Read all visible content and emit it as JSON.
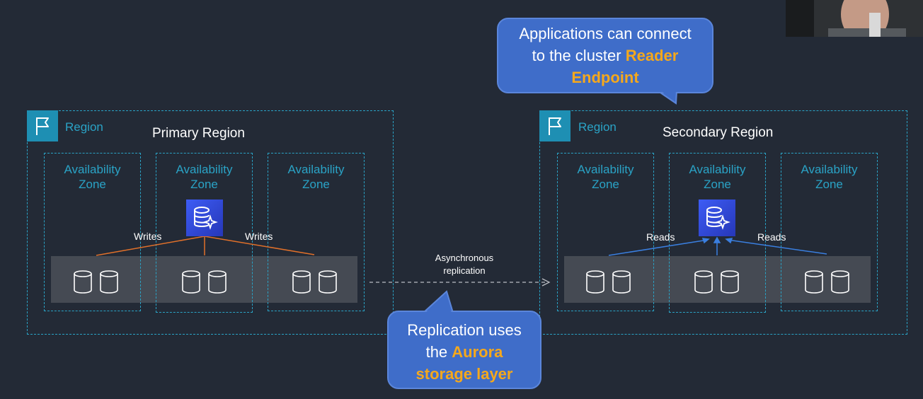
{
  "primary_region": {
    "region_label": "Region",
    "title": "Primary Region",
    "zones": [
      "Availability\nZone",
      "Availability\nZone",
      "Availability\nZone"
    ],
    "edge_labels": [
      "Writes",
      "Writes"
    ],
    "edge_color": "#e0702a"
  },
  "secondary_region": {
    "region_label": "Region",
    "title": "Secondary Region",
    "zones": [
      "Availability\nZone",
      "Availability\nZone",
      "Availability\nZone"
    ],
    "edge_labels": [
      "Reads",
      "Reads"
    ],
    "edge_color": "#3a7fe0"
  },
  "replication": {
    "label_line1": "Asynchronous",
    "label_line2": "replication"
  },
  "callout_top": {
    "line1": "Applications can connect",
    "line2_prefix": "to the cluster ",
    "line2_highlight": "Reader",
    "line3_highlight": "Endpoint"
  },
  "callout_bottom": {
    "line1": "Replication uses",
    "line2_prefix": "the ",
    "line2_highlight": "Aurora",
    "line3_highlight": "storage layer"
  },
  "colors": {
    "background": "#232a36",
    "dashed_border": "#2aa3c6",
    "callout_fill": "#3f6dc9",
    "highlight": "#f5a81c"
  },
  "icons": {
    "region": "flag-icon",
    "database_cluster": "aurora-database-icon",
    "storage_volume": "database-cylinder-icon"
  }
}
